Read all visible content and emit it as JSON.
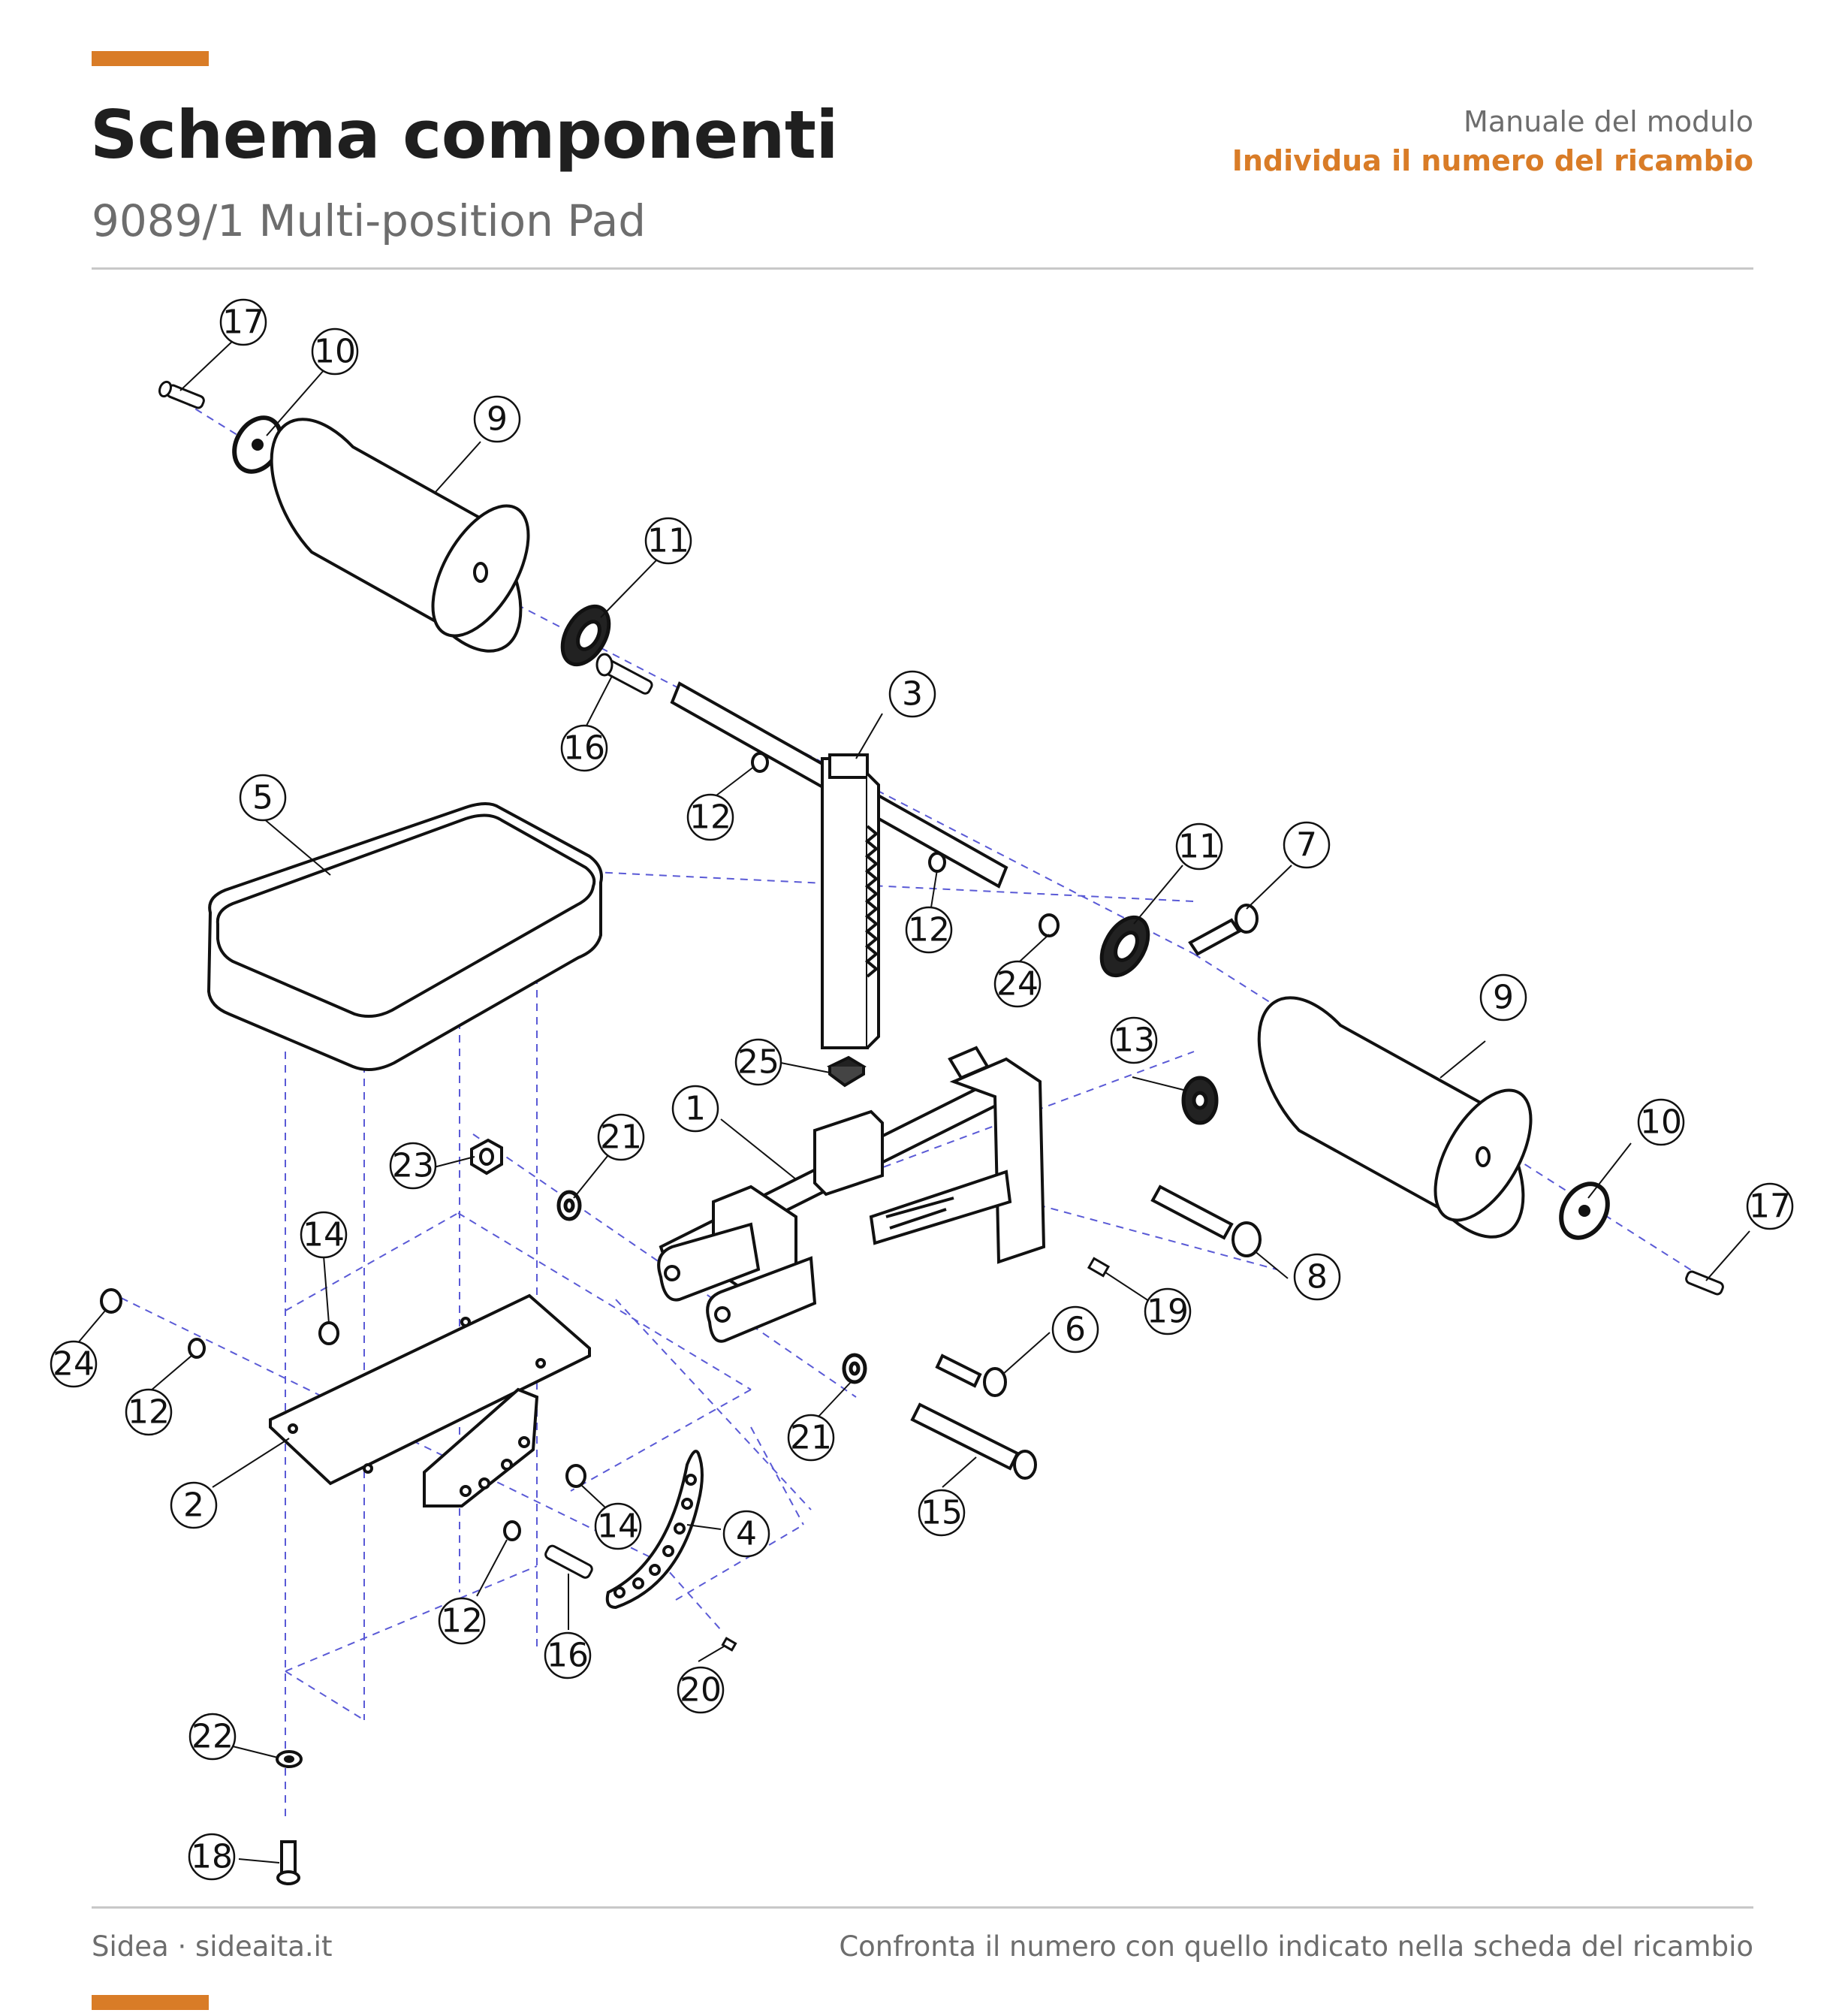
{
  "header": {
    "title": "Schema componenti",
    "subtitle": "9089/1 Multi-position Pad",
    "manual_label": "Manuale del modulo",
    "manual_hint": "Individua il numero del ricambio"
  },
  "footer": {
    "left": "Sidea · sideaita.it",
    "right": "Confronta il numero con quello indicato nella scheda del ricambio"
  },
  "colors": {
    "accent": "#d97c27",
    "leader_dashes": "#5a5ad6",
    "line_art": "#111111"
  },
  "callouts": {
    "c17a": "17",
    "c10a": "10",
    "c9a": "9",
    "c11a": "11",
    "c16a": "16",
    "c3": "3",
    "c12a": "12",
    "c5": "5",
    "c12b": "12",
    "c11b": "11",
    "c7": "7",
    "c24a": "24",
    "c9b": "9",
    "c13": "13",
    "c25": "25",
    "c1": "1",
    "c21a": "21",
    "c23": "23",
    "c10b": "10",
    "c17b": "17",
    "c14a": "14",
    "c8": "8",
    "c19": "19",
    "c24b": "24",
    "c12c": "12",
    "c6": "6",
    "c21b": "21",
    "c2": "2",
    "c14b": "14",
    "c4": "4",
    "c15": "15",
    "c12d": "12",
    "c16b": "16",
    "c20": "20",
    "c22": "22",
    "c18": "18"
  }
}
